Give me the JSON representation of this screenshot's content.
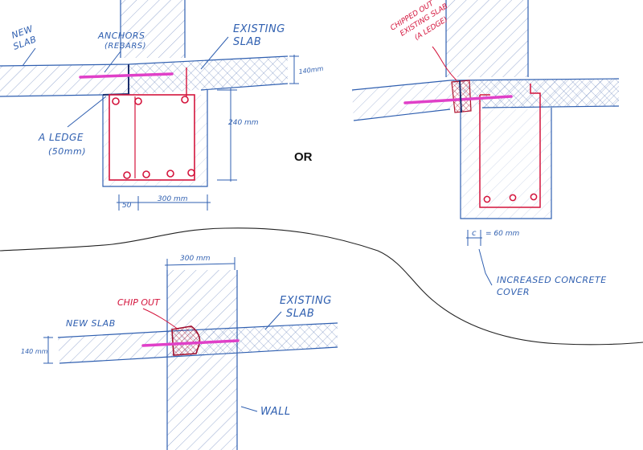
{
  "colors": {
    "ink_blue": "#2f5fb0",
    "rebar_red": "#d4143c",
    "anchor_magenta": "#e040c8",
    "hatch_blue": "#3b5fa8",
    "divider": "#222222"
  },
  "sketch1": {
    "new_slab": [
      "NEW",
      "SLAB"
    ],
    "anchors": [
      "ANCHORS",
      "(REBARS)"
    ],
    "existing_slab": [
      "EXISTING",
      "SLAB"
    ],
    "slab_thickness": "140mm",
    "ledge": [
      "A LEDGE",
      "(50mm)"
    ],
    "beam_depth": "240 mm",
    "ledge_width": "50",
    "beam_width": "300 mm"
  },
  "or_label": "OR",
  "sketch2": {
    "chipped_out": [
      "CHIPPED OUT",
      "EXISTING SLAB",
      "(A LEDGE)"
    ],
    "cover_symbol": "c",
    "cover_dim": "= 60 mm",
    "increased_cover": [
      "INCREASED CONCRETE",
      "COVER"
    ]
  },
  "sketch3": {
    "wall_width": "300 mm",
    "chip_out": "CHIP OUT",
    "existing_slab": [
      "EXISTING",
      "SLAB"
    ],
    "new_slab": "NEW SLAB",
    "slab_thickness": "140 mm",
    "wall": "WALL"
  }
}
